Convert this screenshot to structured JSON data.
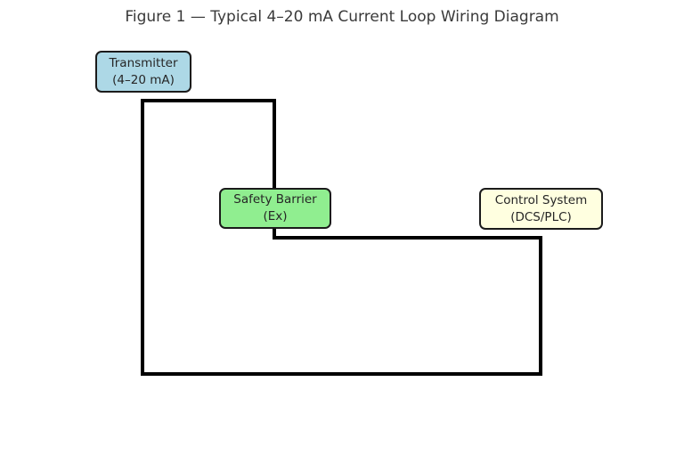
{
  "figure": {
    "title": "Figure 1 — Typical 4–20 mA Current Loop Wiring Diagram"
  },
  "nodes": {
    "transmitter": {
      "line1": "Transmitter",
      "line2": "(4–20 mA)",
      "fill": "#ADD8E6"
    },
    "safety_barrier": {
      "line1": "Safety Barrier",
      "line2": "(Ex)",
      "fill": "#90EE90"
    },
    "control_system": {
      "line1": "Control System",
      "line2": "(DCS/PLC)",
      "fill": "#FFFFE0"
    }
  },
  "colors": {
    "wire": "#000000",
    "node_border": "#1b1b1b",
    "node_text": "#262626",
    "title_text": "#3a3a3a",
    "background": "#ffffff"
  }
}
